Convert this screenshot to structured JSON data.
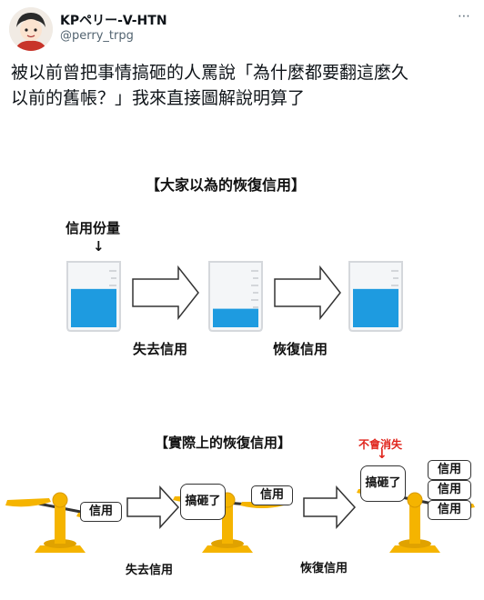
{
  "author": {
    "display_name": "KPペリー-V-HTN",
    "handle": "@perry_trpg",
    "avatar_icon": "avatar-icon"
  },
  "more_icon": "⋯",
  "tweet": {
    "line1": "被以前曾把事情搞砸的人罵說「為什麼都要翻這麼久",
    "line2": "以前的舊帳？」我來直接圖解說明算了"
  },
  "figure": {
    "top_section": {
      "title": "【大家以為的恢復信用】",
      "credit_amount_label": "信用份量",
      "down_arrow": "↓",
      "arrow1_label": "失去信用",
      "arrow2_label": "恢復信用",
      "beaker_fill_levels": [
        0.62,
        0.3,
        0.62
      ]
    },
    "bottom_section": {
      "title": "【實際上的恢復信用】",
      "credit_box": "信用",
      "screwup_box": "搞砸了",
      "arrow1_label": "失去信用",
      "arrow2_label": "恢復信用",
      "not_disappear_label": "不會消失",
      "down_arrow": "↓"
    },
    "colors": {
      "water": "#1e9be0",
      "scale": "#f5b400",
      "scale_dark": "#333333",
      "accent_red": "#e0241b"
    }
  }
}
